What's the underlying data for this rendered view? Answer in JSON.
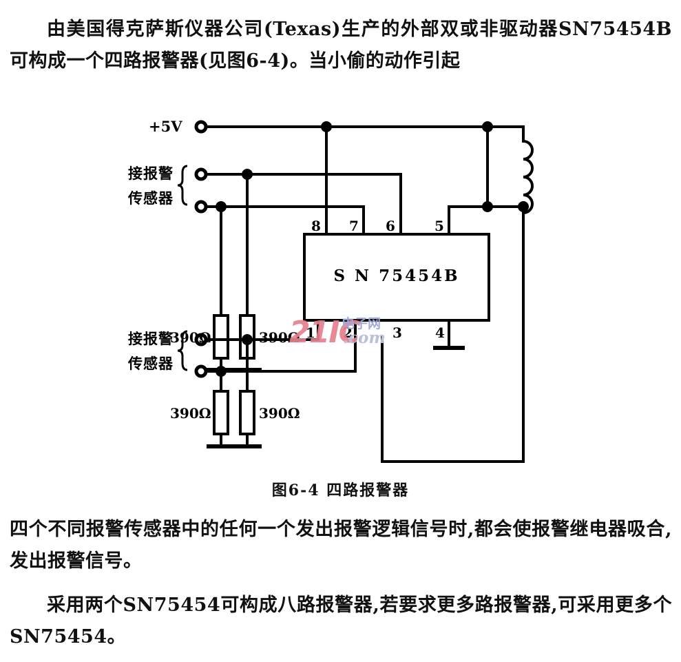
{
  "document": {
    "paragraph_top": "由美国得克萨斯仪器公司(Texas)生产的外部双或非驱动器SN75454B可构成一个四路报警器(见图6-4)。当小偷的动作引起",
    "paragraph_middle": "四个不同报警传感器中的任何一个发出报警逻辑信号时,都会使报警继电器吸合,发出报警信号。",
    "paragraph_bottom": "采用两个SN75454可构成八路报警器,若要求更多路报警器,可采用更多个SN75454。",
    "figure_caption": "图6-4  四路报警器"
  },
  "figure": {
    "ic_label": "S N 75454B",
    "supply_label": "+5V",
    "sensor_label_top_line1": "接报警",
    "sensor_label_top_line2": "传感器",
    "sensor_label_bottom_line1": "接报警",
    "sensor_label_bottom_line2": "传感器",
    "resistors": {
      "top_left": "390Ω",
      "top_right": "390Ω",
      "bottom_left": "390Ω",
      "bottom_right": "390Ω"
    },
    "pins": {
      "top": [
        "8",
        "7",
        "6",
        "5"
      ],
      "bottom": [
        "1",
        "2",
        "3",
        "4"
      ]
    }
  },
  "watermark": {
    "brand": "21IC",
    "chinese": "电子网",
    "domain": ".com",
    "brand_color": "#e8808f",
    "chinese_color": "#9fa8d8"
  }
}
